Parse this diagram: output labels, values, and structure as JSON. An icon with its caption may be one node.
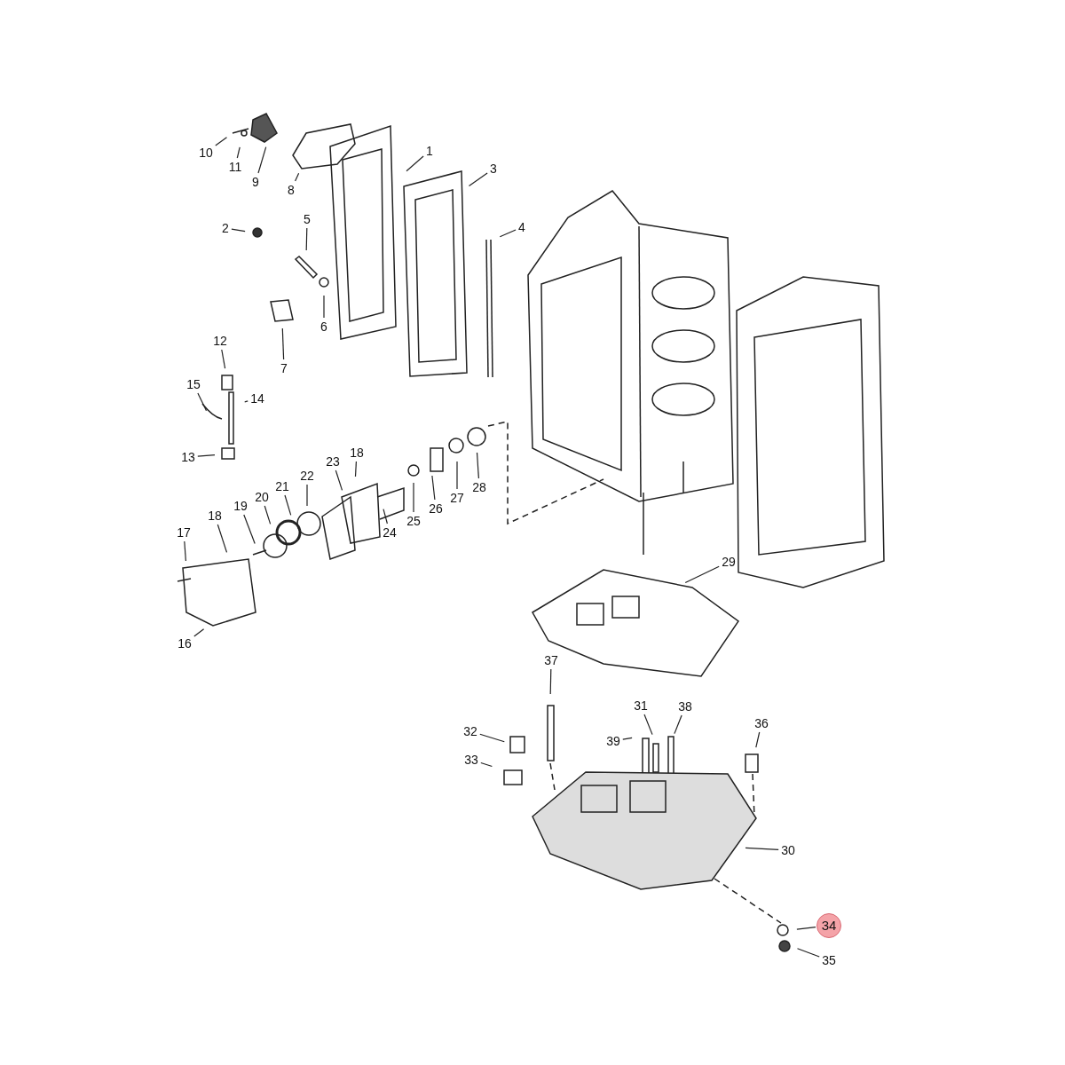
{
  "diagram": {
    "nodes": [
      {
        "text": [
          "1"
        ]
      },
      {
        "text": [
          "10"
        ]
      },
      {
        "text": [
          "11"
        ]
      },
      {
        "text": [
          "3"
        ]
      },
      {
        "text": [
          "9"
        ]
      },
      {
        "text": [
          "8"
        ]
      },
      {
        "text": [
          "5"
        ]
      },
      {
        "text": [
          "4"
        ]
      },
      {
        "text": [
          "2"
        ]
      },
      {
        "text": [
          "6"
        ]
      },
      {
        "text": [
          "12"
        ]
      },
      {
        "text": [
          "7"
        ]
      },
      {
        "text": [
          "15"
        ]
      },
      {
        "text": [
          "14"
        ]
      },
      {
        "text": [
          "18"
        ]
      },
      {
        "text": [
          "13"
        ]
      },
      {
        "text": [
          "23"
        ]
      },
      {
        "text": [
          "22"
        ]
      },
      {
        "text": [
          "21"
        ]
      },
      {
        "text": [
          "28"
        ]
      },
      {
        "text": [
          "20"
        ]
      },
      {
        "text": [
          "27"
        ]
      },
      {
        "text": [
          "19"
        ]
      },
      {
        "text": [
          "26"
        ]
      },
      {
        "text": [
          "18"
        ]
      },
      {
        "text": [
          "25"
        ]
      },
      {
        "text": [
          "24"
        ]
      },
      {
        "text": [
          "17"
        ]
      },
      {
        "text": [
          "29"
        ]
      },
      {
        "text": [
          "16"
        ]
      },
      {
        "text": [
          "37"
        ]
      },
      {
        "text": [
          "31"
        ]
      },
      {
        "text": [
          "38"
        ]
      },
      {
        "text": [
          "36"
        ]
      },
      {
        "text": [
          "32"
        ]
      },
      {
        "text": [
          "39"
        ]
      },
      {
        "text": [
          "33"
        ]
      },
      {
        "text": [
          "30"
        ]
      },
      {
        "text": [
          "34"
        ]
      },
      {
        "text": [
          "35"
        ]
      }
    ],
    "edges": [
      {
        "from": 0,
        "to": null,
        "arrow": "none"
      },
      {
        "from": 1,
        "to": null,
        "arrow": "none"
      },
      {
        "from": 2,
        "to": null,
        "arrow": "none"
      },
      {
        "from": 3,
        "to": null,
        "arrow": "none"
      },
      {
        "from": 4,
        "to": null,
        "arrow": "none"
      },
      {
        "from": 5,
        "to": null,
        "arrow": "none"
      },
      {
        "from": 6,
        "to": null,
        "arrow": "none"
      },
      {
        "from": 7,
        "to": null,
        "arrow": "none"
      },
      {
        "from": 8,
        "to": null,
        "arrow": "none"
      },
      {
        "from": 9,
        "to": null,
        "arrow": "none"
      },
      {
        "from": 10,
        "to": null,
        "arrow": "none"
      },
      {
        "from": 11,
        "to": null,
        "arrow": "none"
      },
      {
        "from": 12,
        "to": null,
        "arrow": "none"
      },
      {
        "from": 13,
        "to": null,
        "arrow": "none"
      },
      {
        "from": 14,
        "to": null,
        "arrow": "none"
      },
      {
        "from": 15,
        "to": null,
        "arrow": "none"
      },
      {
        "from": 16,
        "to": null,
        "arrow": "none"
      },
      {
        "from": 17,
        "to": null,
        "arrow": "none"
      },
      {
        "from": 18,
        "to": null,
        "arrow": "none"
      },
      {
        "from": 19,
        "to": null,
        "arrow": "none"
      },
      {
        "from": 20,
        "to": null,
        "arrow": "none"
      },
      {
        "from": 21,
        "to": null,
        "arrow": "none"
      },
      {
        "from": 22,
        "to": null,
        "arrow": "none"
      },
      {
        "from": 23,
        "to": null,
        "arrow": "none"
      },
      {
        "from": 24,
        "to": null,
        "arrow": "none"
      },
      {
        "from": 25,
        "to": null,
        "arrow": "none"
      },
      {
        "from": 26,
        "to": null,
        "arrow": "none"
      },
      {
        "from": 27,
        "to": null,
        "arrow": "none"
      },
      {
        "from": 28,
        "to": null,
        "arrow": "none"
      },
      {
        "from": 29,
        "to": null,
        "arrow": "none"
      },
      {
        "from": 30,
        "to": null,
        "arrow": "none"
      },
      {
        "from": 31,
        "to": null,
        "arrow": "none"
      },
      {
        "from": 32,
        "to": null,
        "arrow": "none"
      },
      {
        "from": 33,
        "to": null,
        "arrow": "none"
      },
      {
        "from": 34,
        "to": null,
        "arrow": "none"
      },
      {
        "from": 35,
        "to": null,
        "arrow": "none"
      },
      {
        "from": 36,
        "to": null,
        "arrow": "none"
      },
      {
        "from": 37,
        "to": null,
        "arrow": "none"
      },
      {
        "from": 38,
        "to": null,
        "arrow": "none"
      },
      {
        "from": 39,
        "to": null,
        "arrow": "none"
      }
    ]
  }
}
